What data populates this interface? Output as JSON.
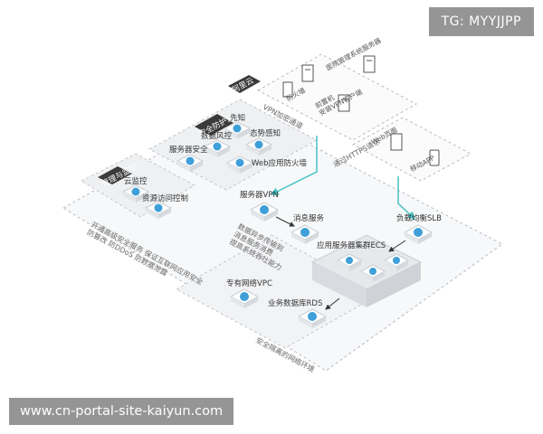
{
  "overlays": {
    "tg": "TG: MYYJJPP",
    "site": "www.cn-portal-site-kaiyun.com"
  },
  "labels": {
    "aliyun": "阿里云",
    "security_suite": "安全防护云",
    "mgmt_suite": "管理与监控",
    "know": "先知",
    "data_risk": "数据风控",
    "situation": "态势感知",
    "server_security": "服务器安全",
    "waf": "Web应用防火墙",
    "cloud_monitor": "云监控",
    "ram": "资源访问控制",
    "server_vpn": "服务器VPN",
    "message_service": "消息服务",
    "slb": "负载均衡SLB",
    "ecs": "应用服务器集群ECS",
    "vpc": "专有网络VPC",
    "rds": "业务数据库RDS",
    "firewall": "防火墙",
    "vpn_client": "前置机\n安装VPN客户端",
    "his_cluster": "医院管理系统服务器",
    "web_page": "Web页面",
    "mobile_app": "移动APP",
    "vpn_tunnel": "VPN加密通道",
    "https_request": "通过HTTPS请求",
    "async_note": "数据异步传输到\n消息服务消费\n提高系统吞吐能力",
    "left_note": "开通高级安全服务 保证互联网应用安全\n防篡改 防DDoS 防数据泄露",
    "bottom_note": "安全隔离的网络环境"
  },
  "colors": {
    "accent": "#3f9fd8",
    "link": "#47c4c4",
    "dark": "#3a3a3a",
    "box": "#f4f5f7",
    "edge": "#cfd3d8"
  },
  "icons": {
    "cloud": "cloud-icon",
    "server": "server-icon",
    "phone": "phone-icon"
  }
}
